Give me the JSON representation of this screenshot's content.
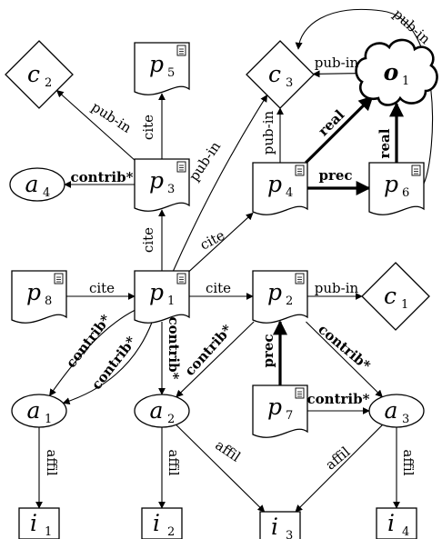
{
  "nodes": [
    {
      "id": "c2",
      "shape": "diamond",
      "label": "c",
      "sub": "2"
    },
    {
      "id": "p5",
      "shape": "paper",
      "label": "p",
      "sub": "5"
    },
    {
      "id": "c3",
      "shape": "diamond",
      "label": "c",
      "sub": "3"
    },
    {
      "id": "o1",
      "shape": "cloud",
      "label": "o",
      "sub": "1"
    },
    {
      "id": "a4",
      "shape": "ellipse",
      "label": "a",
      "sub": "4"
    },
    {
      "id": "p3",
      "shape": "paper",
      "label": "p",
      "sub": "3"
    },
    {
      "id": "p4",
      "shape": "paper",
      "label": "p",
      "sub": "4"
    },
    {
      "id": "p6",
      "shape": "paper",
      "label": "p",
      "sub": "6"
    },
    {
      "id": "p8",
      "shape": "paper",
      "label": "p",
      "sub": "8"
    },
    {
      "id": "p1",
      "shape": "paper",
      "label": "p",
      "sub": "1"
    },
    {
      "id": "p2",
      "shape": "paper",
      "label": "p",
      "sub": "2"
    },
    {
      "id": "c1",
      "shape": "diamond",
      "label": "c",
      "sub": "1"
    },
    {
      "id": "a1",
      "shape": "ellipse",
      "label": "a",
      "sub": "1"
    },
    {
      "id": "a2",
      "shape": "ellipse",
      "label": "a",
      "sub": "2"
    },
    {
      "id": "p7",
      "shape": "paper",
      "label": "p",
      "sub": "7"
    },
    {
      "id": "a3",
      "shape": "ellipse",
      "label": "a",
      "sub": "3"
    },
    {
      "id": "i1",
      "shape": "rect",
      "label": "i",
      "sub": "1"
    },
    {
      "id": "i2",
      "shape": "rect",
      "label": "i",
      "sub": "2"
    },
    {
      "id": "i3",
      "shape": "rect",
      "label": "i",
      "sub": "3"
    },
    {
      "id": "i4",
      "shape": "rect",
      "label": "i",
      "sub": "4"
    }
  ],
  "edges": [
    {
      "from": "p3",
      "to": "c2",
      "label": "pub-in",
      "bold": false
    },
    {
      "from": "p3",
      "to": "p5",
      "label": "cite",
      "bold": false
    },
    {
      "from": "p3",
      "to": "a4",
      "label": "contrib*",
      "bold": false
    },
    {
      "from": "p1",
      "to": "p3",
      "label": "cite",
      "bold": false
    },
    {
      "from": "p1",
      "to": "c3",
      "label": "pub-in",
      "bold": false
    },
    {
      "from": "p1",
      "to": "p4",
      "label": "cite",
      "bold": false
    },
    {
      "from": "p4",
      "to": "c3",
      "label": "pub-in",
      "bold": false
    },
    {
      "from": "p4",
      "to": "o1",
      "label": "real",
      "bold": true
    },
    {
      "from": "p4",
      "to": "p6",
      "label": "prec",
      "bold": true
    },
    {
      "from": "p6",
      "to": "o1",
      "label": "real",
      "bold": true
    },
    {
      "from": "o1",
      "to": "c3",
      "label": "pub-in",
      "bold": false
    },
    {
      "from": "p6",
      "to": "c3",
      "label": "pub-in",
      "bold": false
    },
    {
      "from": "p8",
      "to": "p1",
      "label": "cite",
      "bold": false
    },
    {
      "from": "p1",
      "to": "p2",
      "label": "cite",
      "bold": false
    },
    {
      "from": "p2",
      "to": "c1",
      "label": "pub-in",
      "bold": false
    },
    {
      "from": "p1",
      "to": "a1",
      "label": "contrib*",
      "bold": false
    },
    {
      "from": "p1",
      "to": "a1",
      "label": "contrib*",
      "bold": false
    },
    {
      "from": "p1",
      "to": "a2",
      "label": "contrib*",
      "bold": false
    },
    {
      "from": "p2",
      "to": "a2",
      "label": "contrib*",
      "bold": false
    },
    {
      "from": "p2",
      "to": "a3",
      "label": "contrib*",
      "bold": false
    },
    {
      "from": "p7",
      "to": "p2",
      "label": "prec",
      "bold": true
    },
    {
      "from": "p7",
      "to": "a3",
      "label": "contrib*",
      "bold": false
    },
    {
      "from": "a1",
      "to": "i1",
      "label": "affil",
      "bold": false
    },
    {
      "from": "a2",
      "to": "i2",
      "label": "affil",
      "bold": false
    },
    {
      "from": "a2",
      "to": "i3",
      "label": "affil",
      "bold": false
    },
    {
      "from": "a3",
      "to": "i3",
      "label": "affil",
      "bold": false
    },
    {
      "from": "a3",
      "to": "i4",
      "label": "affil",
      "bold": false
    }
  ]
}
